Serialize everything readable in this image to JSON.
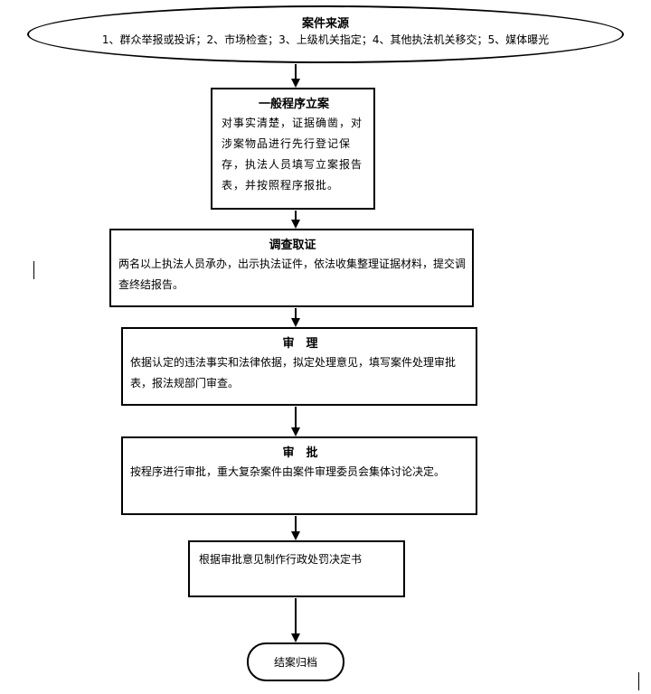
{
  "nodes": {
    "source": {
      "title": "案件来源",
      "text": "1、群众举报或投诉；2、市场检查；3、上级机关指定；4、其他执法机关移交；5、媒体曝光"
    },
    "filing": {
      "title": "一般程序立案",
      "text": "对事实清楚，证据确凿，对涉案物品进行先行登记保存，执法人员填写立案报告表，并按照程序报批。"
    },
    "investigation": {
      "title": "调查取证",
      "text": "两名以上执法人员承办，出示执法证件，依法收集整理证据材料，提交调查终结报告。"
    },
    "review": {
      "title": "审　理",
      "text": "依据认定的违法事实和法律依据，拟定处理意见，填写案件处理审批表，报法规部门审查。"
    },
    "approval": {
      "title": "审　批",
      "text": "按程序进行审批，重大复杂案件由案件审理委员会集体讨论决定。"
    },
    "decision": {
      "text": "根据审批意见制作行政处罚决定书"
    },
    "closing": {
      "text": "结案归档"
    }
  }
}
